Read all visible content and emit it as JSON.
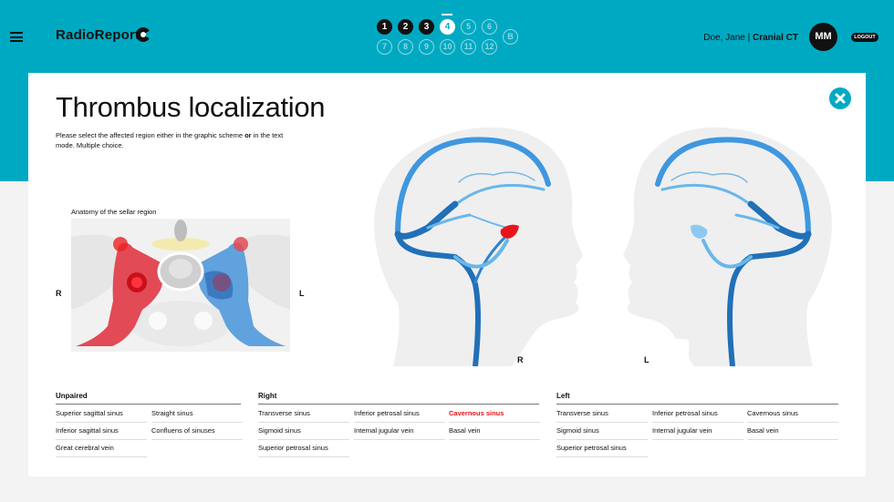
{
  "header": {
    "logo": "RadioReport",
    "steps": [
      "1",
      "2",
      "3",
      "4",
      "5",
      "6",
      "7",
      "8",
      "9",
      "10",
      "11",
      "12",
      "B"
    ],
    "current_step": "4",
    "patient_name": "Doe, Jane",
    "exam": "Cranial CT",
    "avatar": "MM",
    "logout": "LOGOUT"
  },
  "page": {
    "title": "Thrombus localization",
    "instruction_pre": "Please select the affected region either in the graphic scheme ",
    "instruction_bold": "or",
    "instruction_post": " in the text mode. Multiple choice."
  },
  "anatomy": {
    "caption": "Anatomy of the sellar region",
    "left_label": "R",
    "right_label": "L"
  },
  "heads": {
    "left_label": "R",
    "right_label": "L"
  },
  "colors": {
    "accent": "#00a9c2",
    "selected": "#e8141a",
    "vein_dark": "#1f6fb5",
    "vein_light": "#5fb3e8"
  },
  "options": {
    "unpaired": {
      "header": "Unpaired",
      "items": [
        "Superior sagittal sinus",
        "Straight sinus",
        "Inferior sagittal sinus",
        "Confluens of sinuses",
        "Great cerebral vein"
      ]
    },
    "right": {
      "header": "Right",
      "items": [
        "Transverse sinus",
        "Inferior petrosal sinus",
        "Cavernous sinus",
        "Sigmoid sinus",
        "Internal jugular vein",
        "Basal vein",
        "Superior petrosal sinus"
      ],
      "selected": "Cavernous sinus"
    },
    "left": {
      "header": "Left",
      "items": [
        "Transverse sinus",
        "Inferior petrosal sinus",
        "Cavernous sinus",
        "Sigmoid sinus",
        "Internal jugular vein",
        "Basal vein",
        "Superior petrosal sinus"
      ]
    }
  }
}
